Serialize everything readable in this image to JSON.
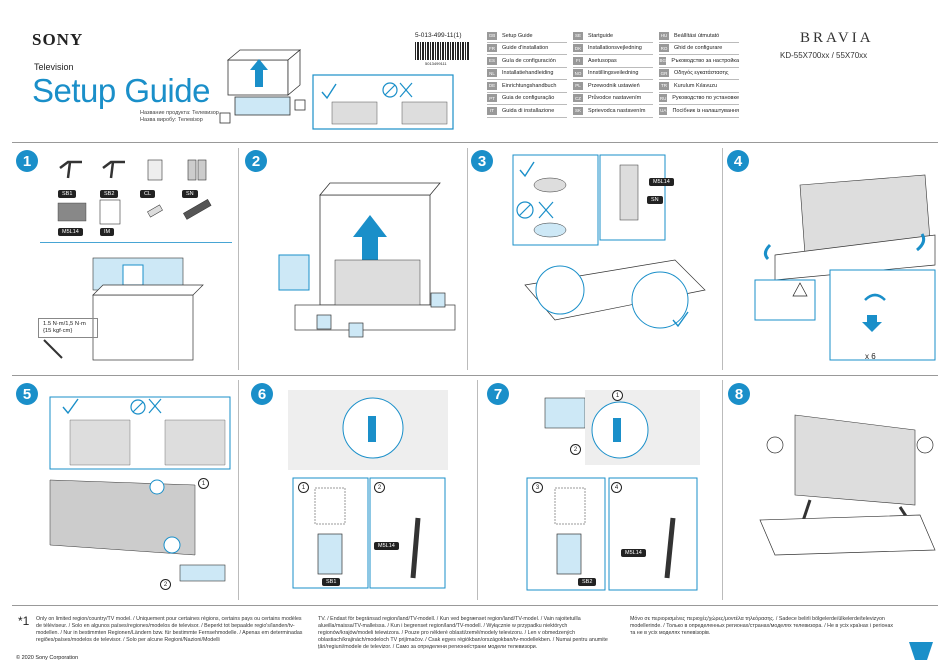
{
  "header": {
    "brand": "SONY",
    "product_type": "Television",
    "title": "Setup Guide",
    "subtitle_ru": "Название продукта: Телевизор",
    "subtitle_uk": "Назва виробу: Телевізор",
    "part_number": "5-013-499-11(1)",
    "barcode_text": "5013499111",
    "series": "BRAVIA",
    "models": "KD-55X700xx / 55X70xx"
  },
  "languages": [
    [
      {
        "code": "GB",
        "name": "Setup Guide"
      },
      {
        "code": "FR",
        "name": "Guide d'installation"
      },
      {
        "code": "ES",
        "name": "Guía de configuración"
      },
      {
        "code": "NL",
        "name": "Installatiehandleiding"
      },
      {
        "code": "DE",
        "name": "Einrichtungshandbuch"
      },
      {
        "code": "PT",
        "name": "Guia de configuração"
      },
      {
        "code": "IT",
        "name": "Guida di installazione"
      }
    ],
    [
      {
        "code": "SE",
        "name": "Startguide"
      },
      {
        "code": "DK",
        "name": "Installationsvejledning"
      },
      {
        "code": "FI",
        "name": "Asetusopas"
      },
      {
        "code": "NO",
        "name": "Innstillingsveiledning"
      },
      {
        "code": "PL",
        "name": "Przewodnik ustawień"
      },
      {
        "code": "CZ",
        "name": "Průvodce nastavením"
      },
      {
        "code": "SK",
        "name": "Sprievodca nastavením"
      }
    ],
    [
      {
        "code": "HU",
        "name": "Beállítási útmutató"
      },
      {
        "code": "RO",
        "name": "Ghid de configurare"
      },
      {
        "code": "BG",
        "name": "Ръководство за настройка"
      },
      {
        "code": "GR",
        "name": "Οδηγός εγκατάστασης"
      },
      {
        "code": "TR",
        "name": "Kurulum Kılavuzu"
      },
      {
        "code": "RU",
        "name": "Руководство по установке"
      },
      {
        "code": "UA",
        "name": "Посібник із налаштування"
      }
    ]
  ],
  "steps": [
    "1",
    "2",
    "3",
    "4",
    "5",
    "6",
    "7",
    "8"
  ],
  "parts": {
    "sb1": "SB1",
    "sb2": "SB2",
    "cl": "CL",
    "sn": "SN",
    "m5l14": "M5L14",
    "im": "IM"
  },
  "torque": "1.5 N·m/1,5 N·m {15 kgf·cm}",
  "count_label": "x 6",
  "sub_steps": [
    "1",
    "2",
    "3",
    "4"
  ],
  "footnote_mark": "*1",
  "footer": {
    "col1": "Only on limited region/country/TV model. / Uniquement pour certaines régions, certains pays ou certains modèles de téléviseur. / Solo en algunos países/regiones/modelos de televisor. / Beperkt tot bepaalde regio's/landen/tv-modellen. / Nur in bestimmten Regionen/Ländern bzw. für bestimmte Fernsehmodelle. / Apenas em determinadas regiões/países/modelos de televisor. / Solo per alcune Regioni/Nazioni/Modelli",
    "col2": "TV. / Endast för begränsad region/land/TV-modell. / Kun ved begrænset region/land/TV-model. / Vain rajoitetuilla alueilla/maissa/TV-malleissa. / Kun i begrenset region/land/TV-modell. / Wyłącznie w przypadku niektórych regionów/krajów/modeli telewizora. / Pouze pro některé oblasti/země/modely televizoru. / Len v obmedzených oblastiach/krajinách/modeloch TV prijímačov. / Csak egyes régiókban/országokban/tv-modellekben. / Numai pentru anumite țări/regiuni/modele de televizor. / Само за определени региони/страни модели телевизори.",
    "col3": "Μόνο σε περιορισμένες περιοχές/χώρες/μοντέλα τηλεόρασης. / Sadece belirli bölgelerde/ülkelerde/televizyon modellerinde. / Только в определенных регионах/странах/моделях телевизора. / Не в усіх країнах і регіонах та не в усіх моделях телевізорів.",
    "copyright": "© 2020 Sony Corporation"
  },
  "colors": {
    "accent": "#1a8fc9",
    "light_accent": "#cde8f6"
  }
}
